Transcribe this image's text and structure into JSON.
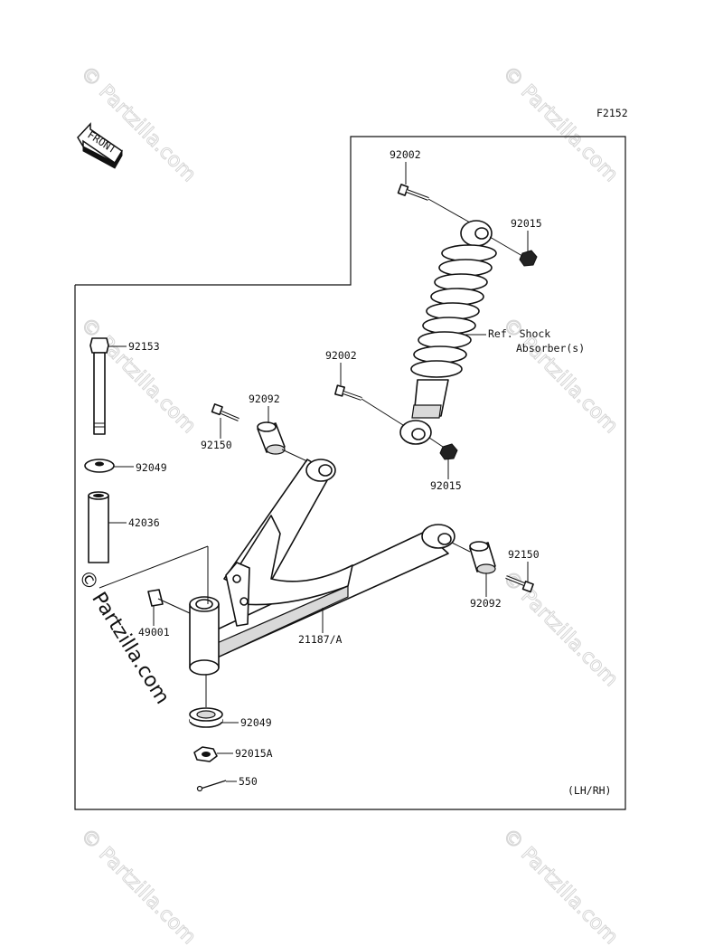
{
  "figure_code": "F2152",
  "front_label": "FRONT",
  "variant_note": "(LH/RH)",
  "watermark": "© Partzilla.com",
  "parts": {
    "p92002_top": "92002",
    "p92015_top": "92015",
    "ref_shock_line1": "Ref. Shock",
    "ref_shock_line2": "Absorber(s)",
    "p92002_mid": "92002",
    "p92015_mid": "92015",
    "p92153": "92153",
    "p92092_left": "92092",
    "p92150_left": "92150",
    "p92049_top": "92049",
    "p42036": "42036",
    "p92150_right": "92150",
    "p92092_right": "92092",
    "p49001": "49001",
    "p21187": "21187/A",
    "p92049_bottom": "92049",
    "p92015A": "92015A",
    "p550": "550"
  }
}
